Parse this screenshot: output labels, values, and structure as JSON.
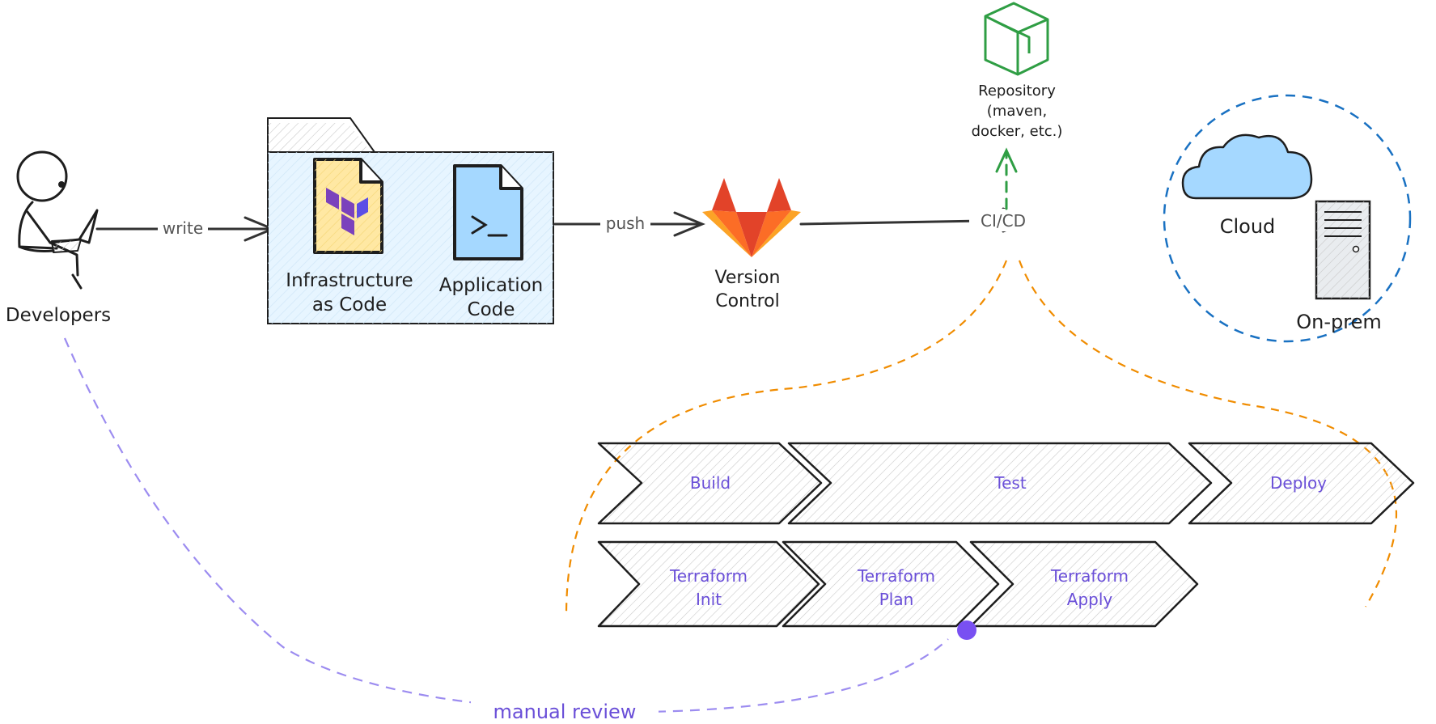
{
  "nodes": {
    "developers": "Developers",
    "iac": [
      "Infrastructure",
      "as Code"
    ],
    "app": [
      "Application",
      "Code"
    ],
    "version_control": [
      "Version",
      "Control"
    ],
    "repository": [
      "Repository",
      "(maven,",
      "docker, etc.)"
    ],
    "cloud": "Cloud",
    "onprem": "On-prem"
  },
  "edges": {
    "write": "write",
    "push": "push",
    "cicd": "CI/CD",
    "manual_review": "manual review"
  },
  "pipeline": {
    "row1": [
      "Build",
      "Test",
      "Deploy"
    ],
    "row2": [
      [
        "Terraform",
        "Init"
      ],
      [
        "Terraform",
        "Plan"
      ],
      [
        "Terraform",
        "Apply"
      ]
    ]
  },
  "colors": {
    "stroke": "#1e1e1e",
    "iac_fill": "#ffe8a3",
    "app_fill": "#a5d8ff",
    "folder_fill": "#e7f5ff",
    "repo_green": "#2f9e44",
    "cloud_blue": "#1971c2",
    "cicd_orange": "#f08c00",
    "review_purple": "#7950f2",
    "gitlab_orange": "#fc6d26",
    "terraform_purple": "#7b42bc"
  },
  "icons": {
    "developer": "developer-laptop-icon",
    "iac": "terraform-file-icon",
    "app": "terminal-file-icon",
    "vcs": "gitlab-icon",
    "repo": "package-box-icon",
    "cloud": "cloud-icon",
    "server": "server-tower-icon"
  }
}
